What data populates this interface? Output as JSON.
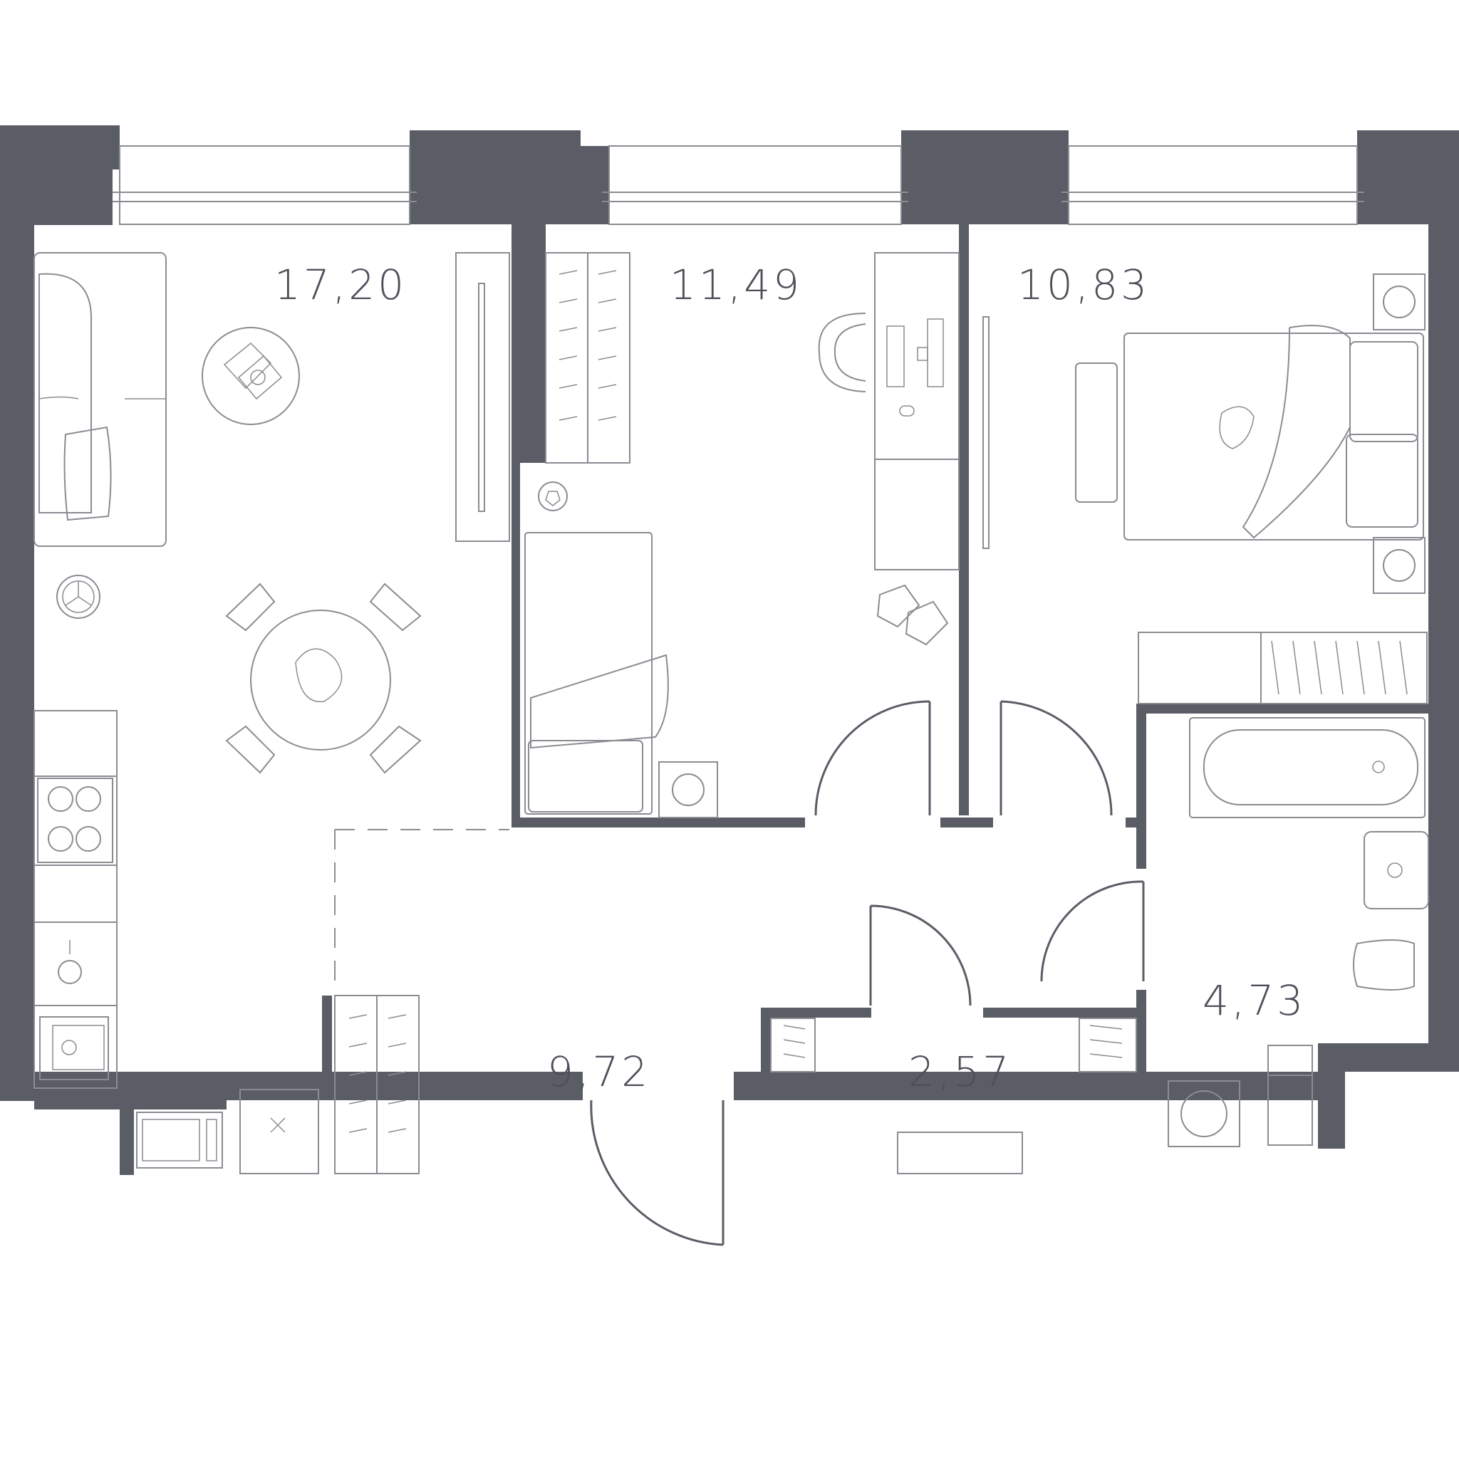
{
  "colors": {
    "wall": "#5a5d66",
    "line": "#8a8c92",
    "text": "#4d5059",
    "background": "#ffffff"
  },
  "rooms": [
    {
      "id": "living-kitchen",
      "area": "17,20"
    },
    {
      "id": "bedroom-child",
      "area": "11,49"
    },
    {
      "id": "bedroom-master",
      "area": "10,83"
    },
    {
      "id": "hallway",
      "area": "9,72"
    },
    {
      "id": "storage",
      "area": "2,57"
    },
    {
      "id": "bathroom",
      "area": "4,73"
    }
  ],
  "icons": [
    "sofa-icon",
    "coffee-table-icon",
    "tv-stand-icon",
    "dining-table-icon",
    "floor-lamp-icon",
    "wardrobe-icon",
    "desk-icon",
    "office-chair-icon",
    "soccer-ball-icon",
    "single-bed-icon",
    "roller-skates-icon",
    "double-bed-icon",
    "nightstand-icon",
    "bathtub-icon",
    "sink-icon",
    "toilet-icon",
    "washing-machine-icon",
    "stove-icon",
    "kitchen-sink-icon",
    "fridge-icon"
  ]
}
